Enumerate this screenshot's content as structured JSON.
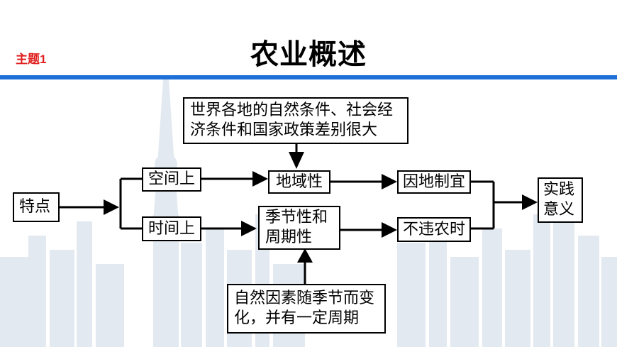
{
  "header": {
    "topic_label": "主题1",
    "title": "农业概述"
  },
  "colors": {
    "accent_rule": "#1f6fd8",
    "topic_text": "#e02020",
    "skyline": "#dfe6ee"
  },
  "diagram": {
    "node_feature": "特点",
    "node_space": "空间上",
    "node_time": "时间上",
    "node_cause_line1": "世界各地的自然条件、社会经",
    "node_cause_line2": "济条件和国家政策差别很大",
    "node_regional": "地域性",
    "node_seasonal_line1": "季节性和",
    "node_seasonal_line2": "周期性",
    "node_nature_line1": "自然因素随季节而变",
    "node_nature_line2": "化，并有一定周期",
    "node_adapt": "因地制宜",
    "node_timely": "不违农时",
    "node_practice_line1": "实践",
    "node_practice_line2": "意义"
  }
}
